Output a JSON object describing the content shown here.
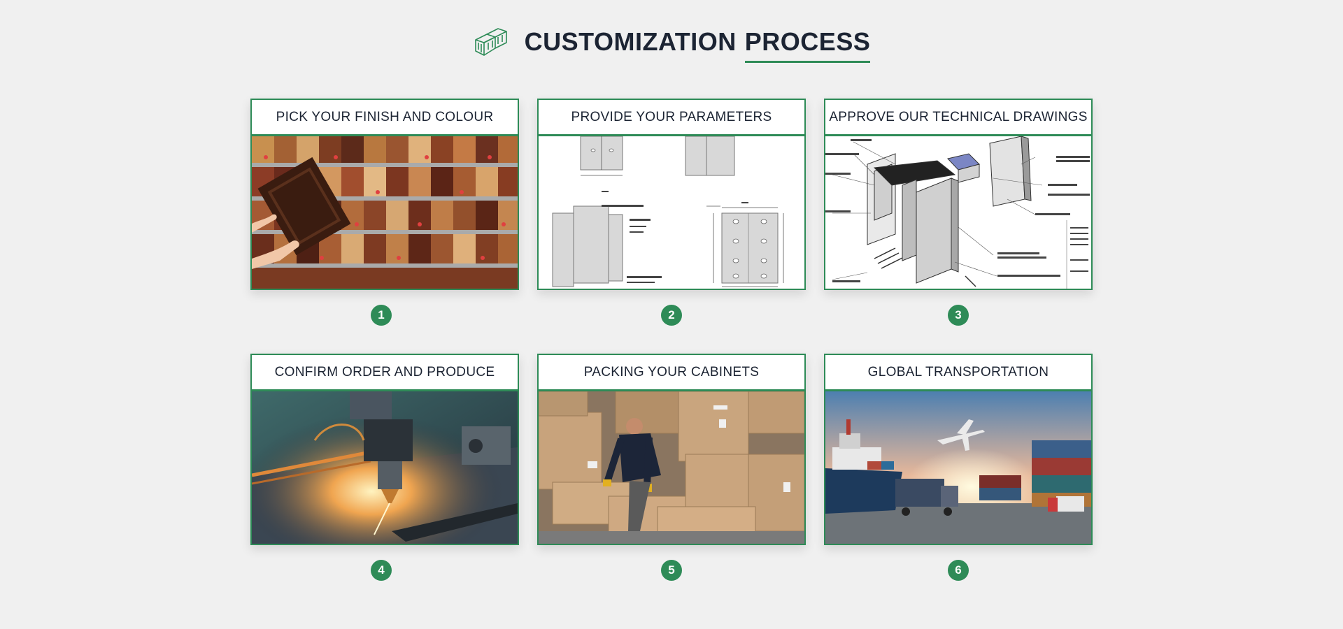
{
  "header": {
    "title_part1": "CUSTOMIZATION",
    "title_part2": "PROCESS",
    "icon": "cabinet-blocks-icon"
  },
  "steps": [
    {
      "number": "1",
      "title": "PICK YOUR FINISH AND COLOUR",
      "image": "wood-finish-samples-image"
    },
    {
      "number": "2",
      "title": "PROVIDE YOUR PARAMETERS",
      "image": "engineering-parameter-drawing-image"
    },
    {
      "number": "3",
      "title": "APPROVE OUR TECHNICAL DRAWINGS",
      "image": "exploded-cabinet-drawing-image"
    },
    {
      "number": "4",
      "title": "CONFIRM ORDER AND PRODUCE",
      "image": "laser-cutting-machine-image"
    },
    {
      "number": "5",
      "title": "PACKING YOUR CABINETS",
      "image": "worker-packing-boxes-image"
    },
    {
      "number": "6",
      "title": "GLOBAL TRANSPORTATION",
      "image": "ship-truck-plane-port-image"
    }
  ],
  "colors": {
    "accent": "#2e8b57",
    "title": "#1c2433",
    "background": "#f0f0f0"
  }
}
